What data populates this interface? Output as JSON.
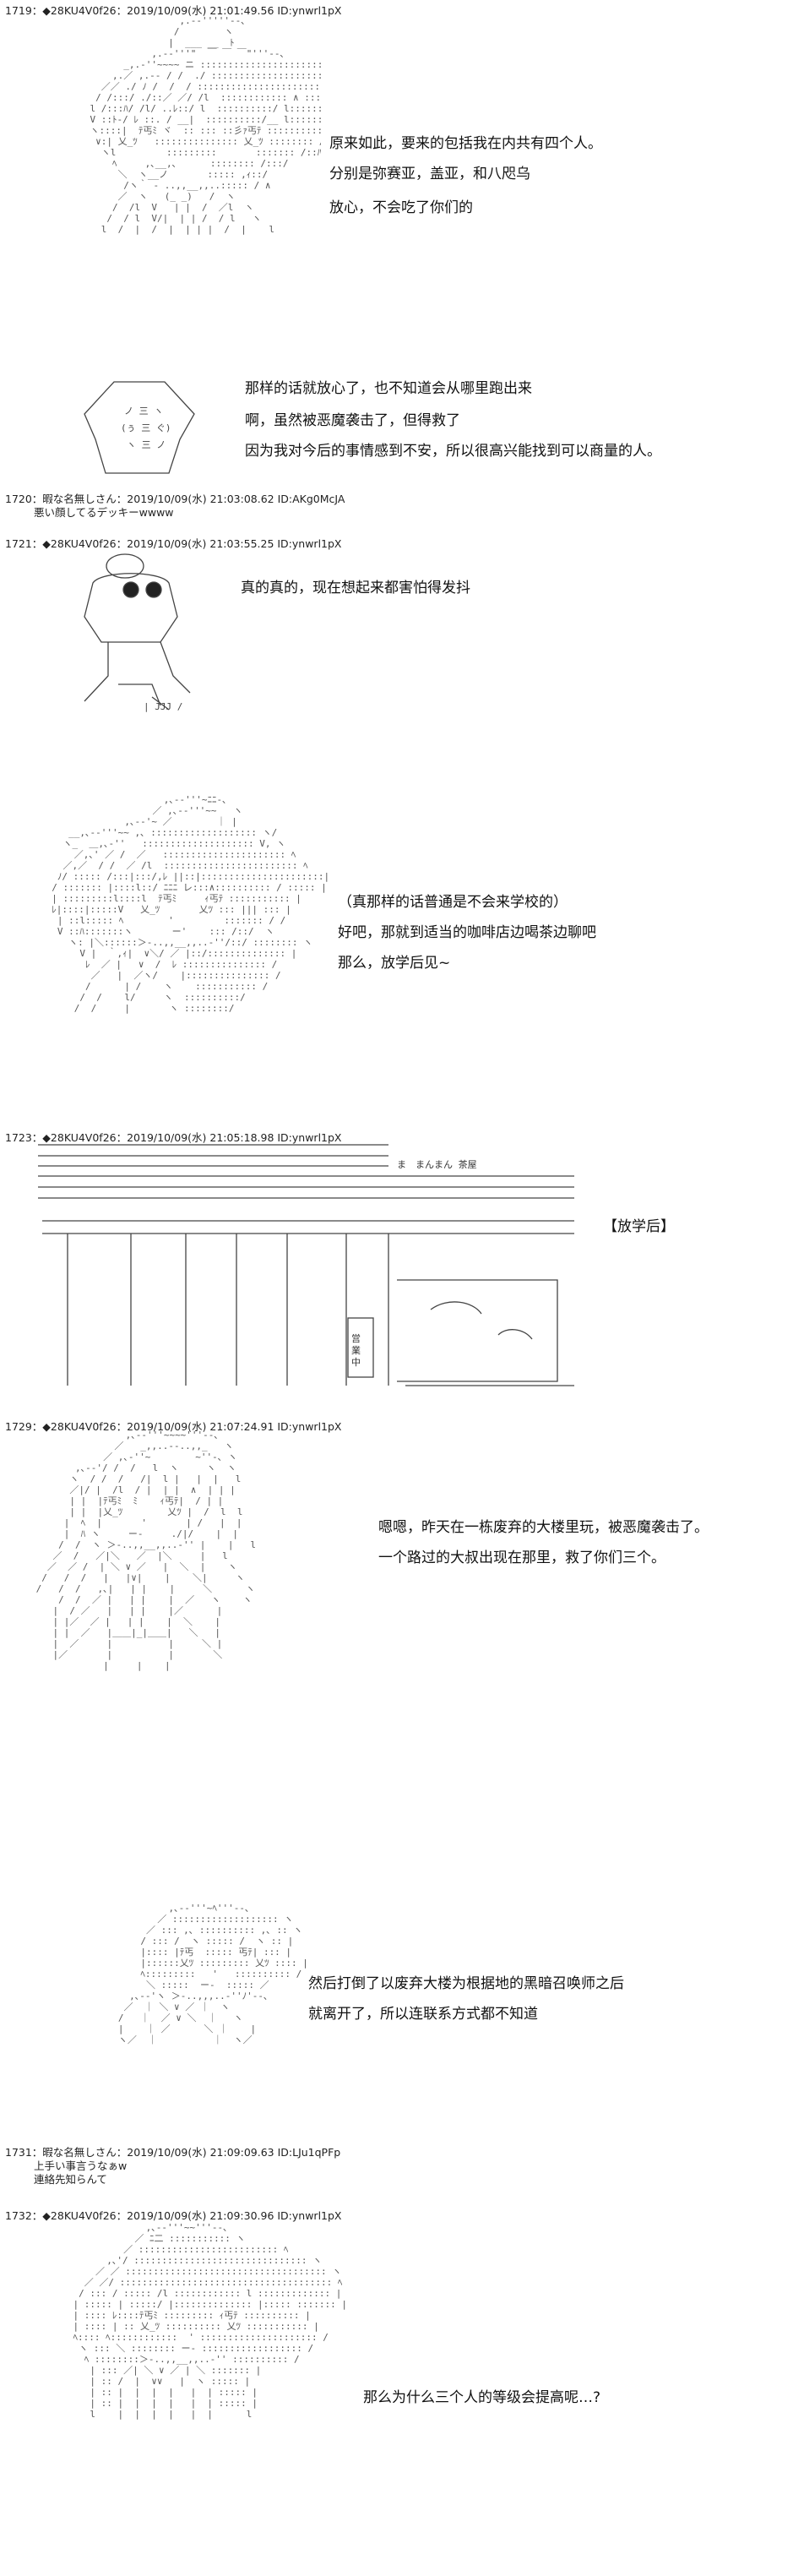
{
  "posts": [
    {
      "header": "1719：◆28KU4V0f26：2019/10/09(水) 21:01:49.56 ID:ynwrl1pX",
      "lines": [
        "原来如此，要来的包括我在内共有四个人。",
        "分别是弥赛亚，盖亚，和八咫乌",
        "放心，不会吃了你们的"
      ],
      "lines2": [
        "那样的话就放心了，也不知道会从哪里跑出来",
        "啊，虽然被恶魔袭击了，但得救了",
        "因为我对今后的事情感到不安，所以很高兴能找到可以商量的人。"
      ]
    },
    {
      "header": "1720：暇な名無しさん：2019/10/09(水) 21:03:08.62 ID:AKg0McJA",
      "sub": "悪い顔してるデッキーwwww"
    },
    {
      "header": "1721：◆28KU4V0f26：2019/10/09(水) 21:03:55.25 ID:ynwrl1pX",
      "lines": [
        "真的真的，现在想起来都害怕得发抖"
      ],
      "lines2": [
        "（真那样的话普通是不会来学校的）",
        "好吧，那就到适当的咖啡店边喝茶边聊吧",
        "那么，放学后见~"
      ]
    },
    {
      "header": "1723：◆28KU4V0f26：2019/10/09(水) 21:05:18.98 ID:ynwrl1pX",
      "caption": "【放学后】",
      "shop_sign": "ま　まんまん 茶屋",
      "shop_sign2": "営業中"
    },
    {
      "header": "1729：◆28KU4V0f26：2019/10/09(水) 21:07:24.91 ID:ynwrl1pX",
      "lines": [
        "嗯嗯，昨天在一栋废弃的大楼里玩，被恶魔袭击了。",
        "一个路过的大叔出现在那里，救了你们三个。"
      ],
      "lines2": [
        "然后打倒了以废弃大楼为根据地的黑暗召唤师之后",
        "就离开了，所以连联系方式都不知道"
      ]
    },
    {
      "header": "1731：暇な名無しさん：2019/10/09(水) 21:09:09.63 ID:LJu1qPFp",
      "sub_lines": [
        "上手い事言うなぁw",
        "連絡先知らんて"
      ]
    },
    {
      "header": "1732：◆28KU4V0f26：2019/10/09(水) 21:09:30.96 ID:ynwrl1pX",
      "lines": [
        "那么为什么三个人的等级会提高呢…?"
      ]
    }
  ]
}
